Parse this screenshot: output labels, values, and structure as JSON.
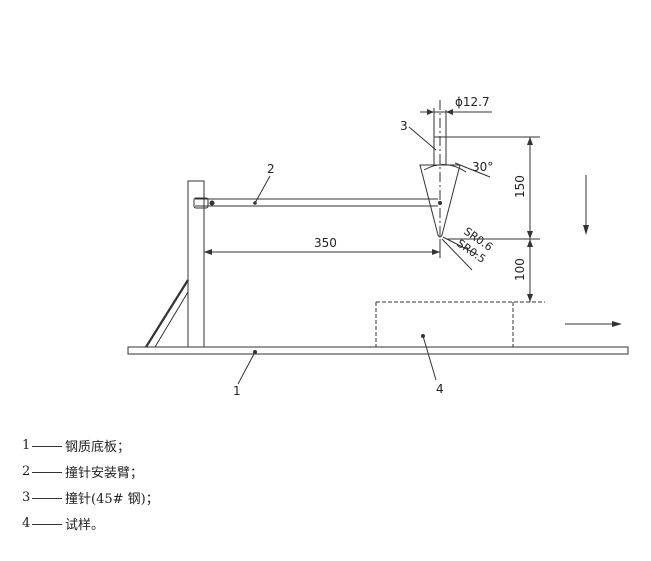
{
  "diagram": {
    "labels": {
      "diameter": "ϕ12.7",
      "angle": "30°",
      "radius_outer": "SR0.6",
      "radius_inner": "SR0.5",
      "arm_length": "350",
      "needle_height": "150",
      "drop_height": "100"
    },
    "callouts": [
      "1",
      "2",
      "3",
      "4"
    ]
  },
  "legend": {
    "items": [
      {
        "num": "1",
        "text": "钢质底板；"
      },
      {
        "num": "2",
        "text": "撞针安装臂；"
      },
      {
        "num": "3",
        "text": "撞针(45# 钢)；"
      },
      {
        "num": "4",
        "text": "试样。"
      }
    ]
  }
}
